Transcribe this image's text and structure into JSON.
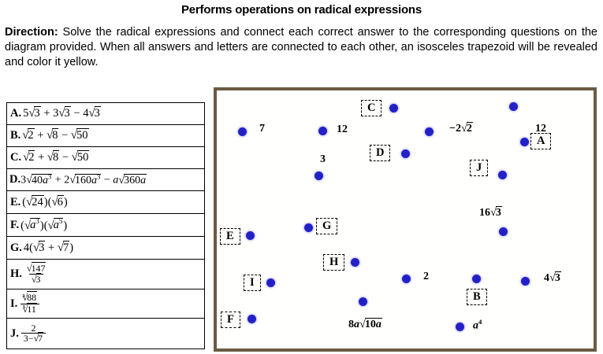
{
  "title": "Performs operations on radical expressions",
  "direction": {
    "lead": "Direction:",
    "text": " Solve the radical expressions and connect each correct answer to the corresponding questions on the diagram provided. When all answers and letters are connected to each other, an isosceles trapezoid will be revealed and color it yellow."
  },
  "questions": [
    {
      "letter": "A.",
      "expression": "5√3 + 3√3 − 4√3"
    },
    {
      "letter": "B.",
      "expression": "√2 + √8 − √50"
    },
    {
      "letter": "C.",
      "expression": "√2 + √8 − √50"
    },
    {
      "letter": "D.",
      "expression": "3√(40a³) + 2√(160a³) − a√(360a)"
    },
    {
      "letter": "E.",
      "expression": "(√24)(√6)"
    },
    {
      "letter": "F.",
      "expression": "(√(a³))(√(a⁵))"
    },
    {
      "letter": "G.",
      "expression": "4(√3 + √7)"
    },
    {
      "letter": "H.",
      "expression": "√147 / √3"
    },
    {
      "letter": "I.",
      "expression": "∛88 / ∛11"
    },
    {
      "letter": "J.",
      "expression": "2 / (3 − √7)"
    }
  ],
  "diagram": {
    "border_color": "#6b5b42",
    "dot_color": "#2321c6",
    "answer_labels": [
      {
        "name": "answer-7",
        "text": "7"
      },
      {
        "name": "answer-12-left",
        "text": "12"
      },
      {
        "name": "answer-3",
        "text": "3"
      },
      {
        "name": "answer-neg2root2",
        "text": "−2√2"
      },
      {
        "name": "answer-12-right",
        "text": "12"
      },
      {
        "name": "answer-16root3",
        "text": "16√3"
      },
      {
        "name": "answer-2",
        "text": "2"
      },
      {
        "name": "answer-4root3",
        "text": "4√3"
      },
      {
        "name": "answer-8a-root10a",
        "text": "8a√10a"
      },
      {
        "name": "answer-a4",
        "text": "a⁴"
      }
    ],
    "letter_labels": [
      {
        "name": "point-label-a",
        "text": "A"
      },
      {
        "name": "point-label-b",
        "text": "B"
      },
      {
        "name": "point-label-c",
        "text": "C"
      },
      {
        "name": "point-label-d",
        "text": "D"
      },
      {
        "name": "point-label-e",
        "text": "E"
      },
      {
        "name": "point-label-f",
        "text": "F"
      },
      {
        "name": "point-label-g",
        "text": "G"
      },
      {
        "name": "point-label-h",
        "text": "H"
      },
      {
        "name": "point-label-i",
        "text": "I"
      },
      {
        "name": "point-label-j",
        "text": "J"
      }
    ]
  }
}
